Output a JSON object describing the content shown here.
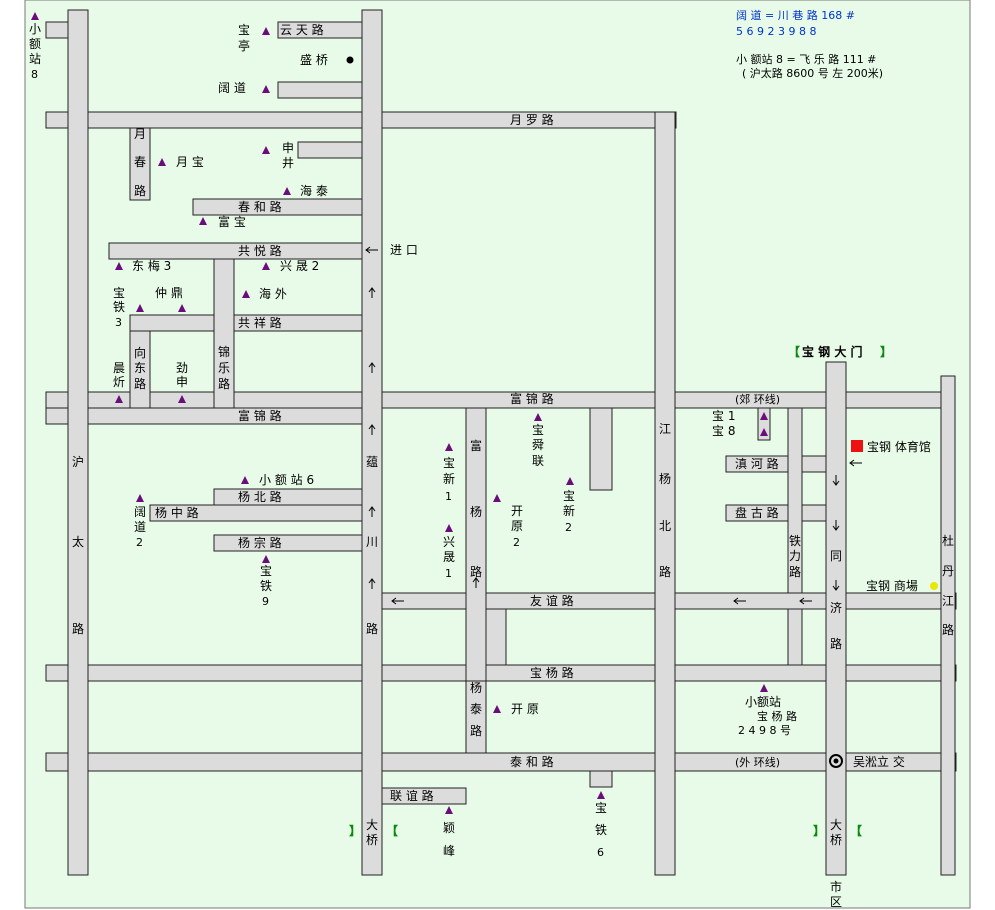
{
  "info": {
    "line1": "阔 道 = 川 巷 路 168 #",
    "line2": "5  6 9 2 3 9  8  8",
    "line3": "小 额站 8 = 飞 乐 路 111 #",
    "line4": "( 沪太路 8600 号 左 200米)"
  },
  "gate_label": "宝 钢 大 门",
  "entrance_label": "进 口",
  "roads": {
    "yueluo": "月 罗 路",
    "yuntian": "云 天 路",
    "chunhe": "春 和 路",
    "gongyue": "共 悦 路",
    "gongxiang": "共 祥 路",
    "fujin_w": "富 锦 路",
    "fujin_e": "富 锦 路",
    "jiaohuan": "(郊 环线)",
    "yangbei": "杨 北 路",
    "yangzhong": "杨 中 路",
    "yangzong": "杨 宗 路",
    "youyi": "友 谊 路",
    "baoyang": "宝 杨 路",
    "taihe": "泰 和 路",
    "waihuan": "(外 环线)",
    "lianyi": "联 谊 路",
    "dianhe": "滇 河 路",
    "pangu": "盘 古 路",
    "wusong": "吴淞立 交",
    "hutai": [
      "沪",
      "太",
      "路"
    ],
    "yunchuan": [
      "蕴",
      "川",
      "路"
    ],
    "fuyang": [
      "富",
      "杨",
      "路"
    ],
    "jiangyangbei": [
      "江",
      "杨",
      "北",
      "路"
    ],
    "tongji": [
      "同",
      "济",
      "路"
    ],
    "dudanjiang": [
      "杜",
      "丹",
      "江",
      "路"
    ],
    "tieli": [
      "铁",
      "力",
      "路"
    ],
    "yangtai": [
      "杨",
      "泰",
      "路"
    ],
    "jinle": [
      "锦",
      "乐",
      "路"
    ],
    "yuechun": [
      "月",
      "春",
      "路"
    ],
    "xiangdong": [
      "向",
      "东",
      "路"
    ],
    "daqiao_w": [
      "大",
      "桥"
    ],
    "daqiao_e": [
      "大",
      "桥"
    ],
    "shiqu": [
      "市",
      "区"
    ],
    "bracket_l": "】",
    "bracket_r": "【"
  },
  "places": {
    "xiaoezhan8": [
      "小",
      "额",
      "站",
      "8"
    ],
    "baoting": [
      "宝",
      "亭"
    ],
    "shengqiao": "盛 桥",
    "kuodao": "阔 道",
    "yuebao": "月 宝",
    "shenjing": [
      "申",
      "井"
    ],
    "haitai": "海 泰",
    "fubao": "富 宝",
    "dongmei3": "东 梅  3",
    "xingsheng2": "兴 晟  2",
    "haiwai": "海 外",
    "baotie3": [
      "宝",
      "铁",
      "3"
    ],
    "zhongding": "仲 鼎",
    "chenxin": [
      "晨",
      "炘"
    ],
    "jinshen": [
      "劲",
      "申"
    ],
    "xiaoezhan6": "小 额 站 6",
    "kuodao2": [
      "阔",
      "道",
      "2"
    ],
    "baotie9": [
      "宝",
      "铁",
      "9"
    ],
    "baoxin1": [
      "宝",
      "新",
      "1"
    ],
    "xingsheng1": [
      "兴",
      "晟",
      "1"
    ],
    "baoshunlian": [
      "宝",
      "舜",
      "联"
    ],
    "kaiyuan2": [
      "开",
      "原",
      "2"
    ],
    "baoxin2": [
      "宝",
      "新",
      "2"
    ],
    "kaiyuan": "开 原",
    "baobao": [
      "宝  1",
      "宝  8"
    ],
    "tiyuguan": "宝钢 体育馆",
    "shangchang": "宝钢 商場",
    "xiaoezhan_e": "小额站",
    "baoyang_e": "宝 杨 路",
    "num_e": "2  4 9 8 号",
    "yingfeng": [
      "颖",
      "峰"
    ],
    "baotie6": [
      "宝",
      "铁",
      "6"
    ]
  },
  "colors": {
    "road": "#dcdcdc",
    "block": "#e8fbe8",
    "marker": "#6a0f7a",
    "gym": "#ee1111",
    "mall": "#e8e800",
    "info": "#0033cc",
    "gate": "#0a8a0a"
  }
}
